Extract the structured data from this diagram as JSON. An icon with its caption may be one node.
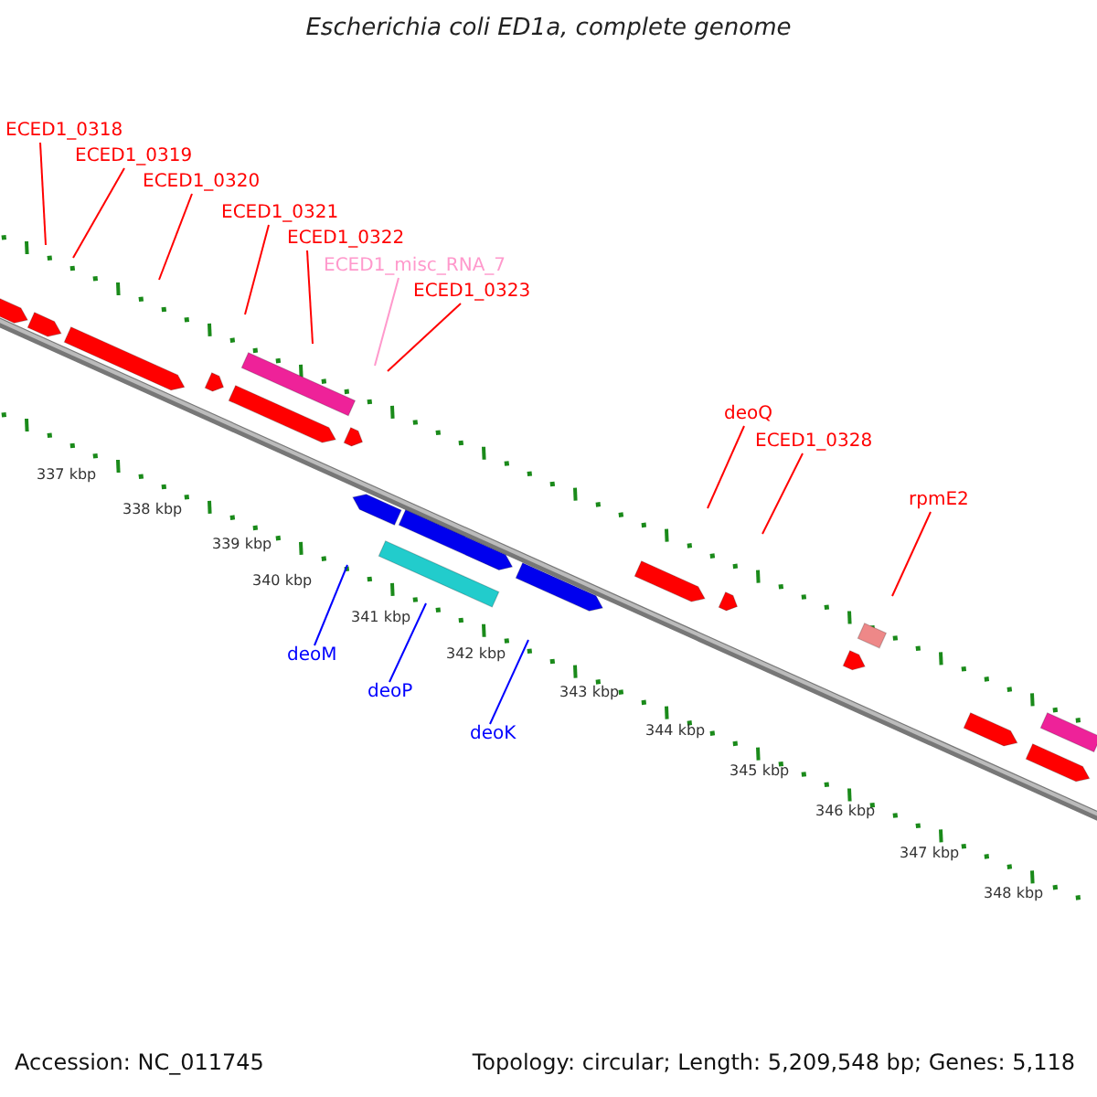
{
  "diagram": {
    "title": "Escherichia coli ED1a, complete genome",
    "nodes": [
      {
        "text": [
          "ECED1_0318"
        ]
      },
      {
        "text": [
          "ECED1_0319"
        ]
      },
      {
        "text": [
          "ECED1_0320"
        ]
      },
      {
        "text": [
          "ECED1_0321"
        ]
      },
      {
        "text": [
          "ECED1_0322"
        ]
      },
      {
        "text": [
          "ECED1_misc_RNA_7"
        ]
      },
      {
        "text": [
          "ECED1_0323"
        ]
      },
      {
        "text": [
          "deoQ"
        ]
      },
      {
        "text": [
          "ECED1_0328"
        ]
      },
      {
        "text": [
          "rpmE2"
        ]
      },
      {
        "text": [
          "deoM"
        ]
      },
      {
        "text": [
          "deoP"
        ]
      },
      {
        "text": [
          "deoK"
        ]
      }
    ],
    "edges": [
      {
        "from": 0,
        "to": null,
        "arrow": "none"
      },
      {
        "from": 1,
        "to": null,
        "arrow": "none"
      },
      {
        "from": 2,
        "to": null,
        "arrow": "none"
      },
      {
        "from": 3,
        "to": null,
        "arrow": "none"
      },
      {
        "from": 4,
        "to": null,
        "arrow": "none"
      },
      {
        "from": 5,
        "to": null,
        "arrow": "none",
        "color": "#ff99cc"
      },
      {
        "from": 6,
        "to": null,
        "arrow": "none"
      },
      {
        "from": 7,
        "to": null,
        "arrow": "none"
      },
      {
        "from": 8,
        "to": null,
        "arrow": "none"
      },
      {
        "from": 9,
        "to": null,
        "arrow": "none"
      },
      {
        "from": 10,
        "to": null,
        "arrow": "none",
        "color": "#0000ff"
      },
      {
        "from": 11,
        "to": null,
        "arrow": "none",
        "color": "#0000ff"
      },
      {
        "from": 12,
        "to": null,
        "arrow": "none",
        "color": "#0000ff"
      }
    ],
    "labels": [
      "337 kbp",
      "338 kbp",
      "339 kbp",
      "340 kbp",
      "341 kbp",
      "342 kbp",
      "343 kbp",
      "344 kbp",
      "345 kbp",
      "346 kbp",
      "347 kbp",
      "348 kbp",
      "Accession: NC_011745",
      "Topology: circular; Length: 5,209,548 bp; Genes: 5,118"
    ]
  }
}
